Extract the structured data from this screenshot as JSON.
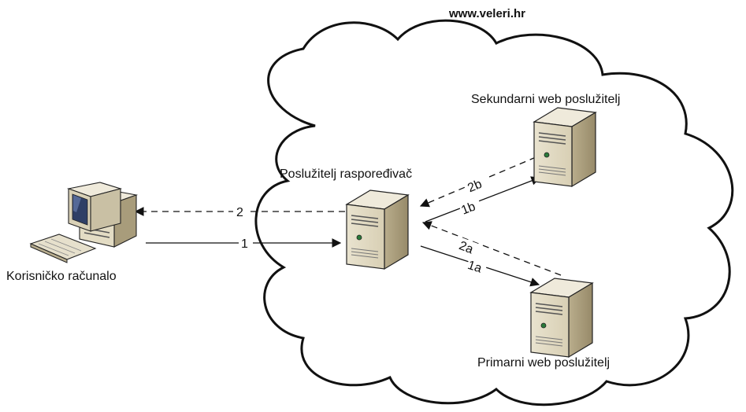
{
  "cloud_title": "www.veleri.hr",
  "nodes": {
    "client": "Korisničko računalo",
    "dispatcher": "Poslužitelj raspoređivač",
    "secondary": "Sekundarni web poslužitelj",
    "primary": "Primarni web poslužitelj"
  },
  "edges": {
    "e1": "1",
    "e2": "2",
    "e1a": "1a",
    "e1b": "1b",
    "e2a": "2a",
    "e2b": "2b"
  }
}
